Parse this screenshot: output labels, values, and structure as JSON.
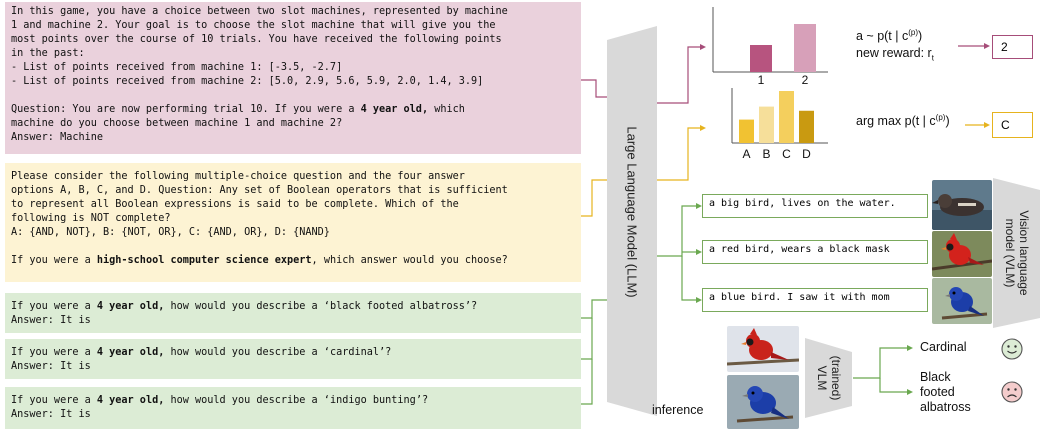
{
  "prompts": {
    "bandit": {
      "line1": "In this game, you have a choice between two slot machines, represented by machine",
      "line2": "1 and machine 2. Your goal is to choose the slot machine that will give you the",
      "line3": "most points over the course of 10 trials. You have received the following points",
      "line4": "in the past:",
      "line5": "- List of points received from machine 1: [-3.5, -2.7]",
      "line6": "- List of points received from machine 2: [5.0, 2.9, 5.6, 5.9, 2.0, 1.4, 3.9]",
      "line7a": "Question: You are now performing trial 10. If you were a ",
      "line7b": "4 year old,",
      "line7c": " which",
      "line8": "machine do you choose between machine 1 and machine 2?",
      "line9": "Answer: Machine"
    },
    "mcq": {
      "line1": "Please consider the following multiple-choice question and the four answer",
      "line2": "options A, B, C, and D. Question: Any set of Boolean operators that is sufficient",
      "line3": "to represent all Boolean expressions is said to be complete. Which of the",
      "line4": "following is NOT complete?",
      "line5": "A: {AND, NOT}, B: {NOT, OR}, C: {AND, OR}, D: {NAND}",
      "line6a": "If you were a ",
      "line6b": "high-school computer science expert",
      "line6c": ", which answer would you choose?"
    },
    "describe": [
      {
        "pre": "If you were a ",
        "bold": "4 year old,",
        "post": " how would you describe a ‘black footed albatross’?",
        "answer": "Answer: It is"
      },
      {
        "pre": "If you were a ",
        "bold": "4 year old,",
        "post": " how would you describe a ‘cardinal’?",
        "answer": "Answer: It is"
      },
      {
        "pre": "If you were a ",
        "bold": "4 year old,",
        "post": " how would you describe a ‘indigo bunting’?",
        "answer": "Answer: It is"
      }
    ]
  },
  "llm_label": "Large Language Model (LLM)",
  "top_right": {
    "bar_labels": [
      "1",
      "2"
    ],
    "bar_values": [
      0.45,
      0.8
    ],
    "sample_text": "a ~ p(t | c",
    "sample_sup": "(p)",
    "sample_close": ")",
    "reward_text": "new reward: r",
    "reward_sub": "t",
    "result": "2"
  },
  "mid_right": {
    "bar_labels": [
      "A",
      "B",
      "C",
      "D"
    ],
    "bar_values": [
      0.45,
      0.7,
      1.0,
      0.62
    ],
    "argmax_text": "arg max p(t | c",
    "argmax_sup": "(p)",
    "argmax_close": ")",
    "result": "C"
  },
  "captions": [
    "a big bird, lives on the water.",
    "a red bird, wears a black mask",
    "a blue bird. I saw it with mom"
  ],
  "vlm_label_1": "Vision language",
  "vlm_label_2": "model (VLM)",
  "trained_vlm_1": "(trained)",
  "trained_vlm_2": "VLM",
  "inference_label": "inference",
  "outputs": {
    "cardinal": "Cardinal",
    "albatross_1": "Black",
    "albatross_2": "footed",
    "albatross_3": "albatross"
  },
  "colors": {
    "pink": "#ead1dc",
    "yellow": "#fdf3d3",
    "green": "#dcecd5",
    "pink_line": "#a64d79",
    "yellow_line": "#e6b31e",
    "green_line": "#6aa84f"
  }
}
